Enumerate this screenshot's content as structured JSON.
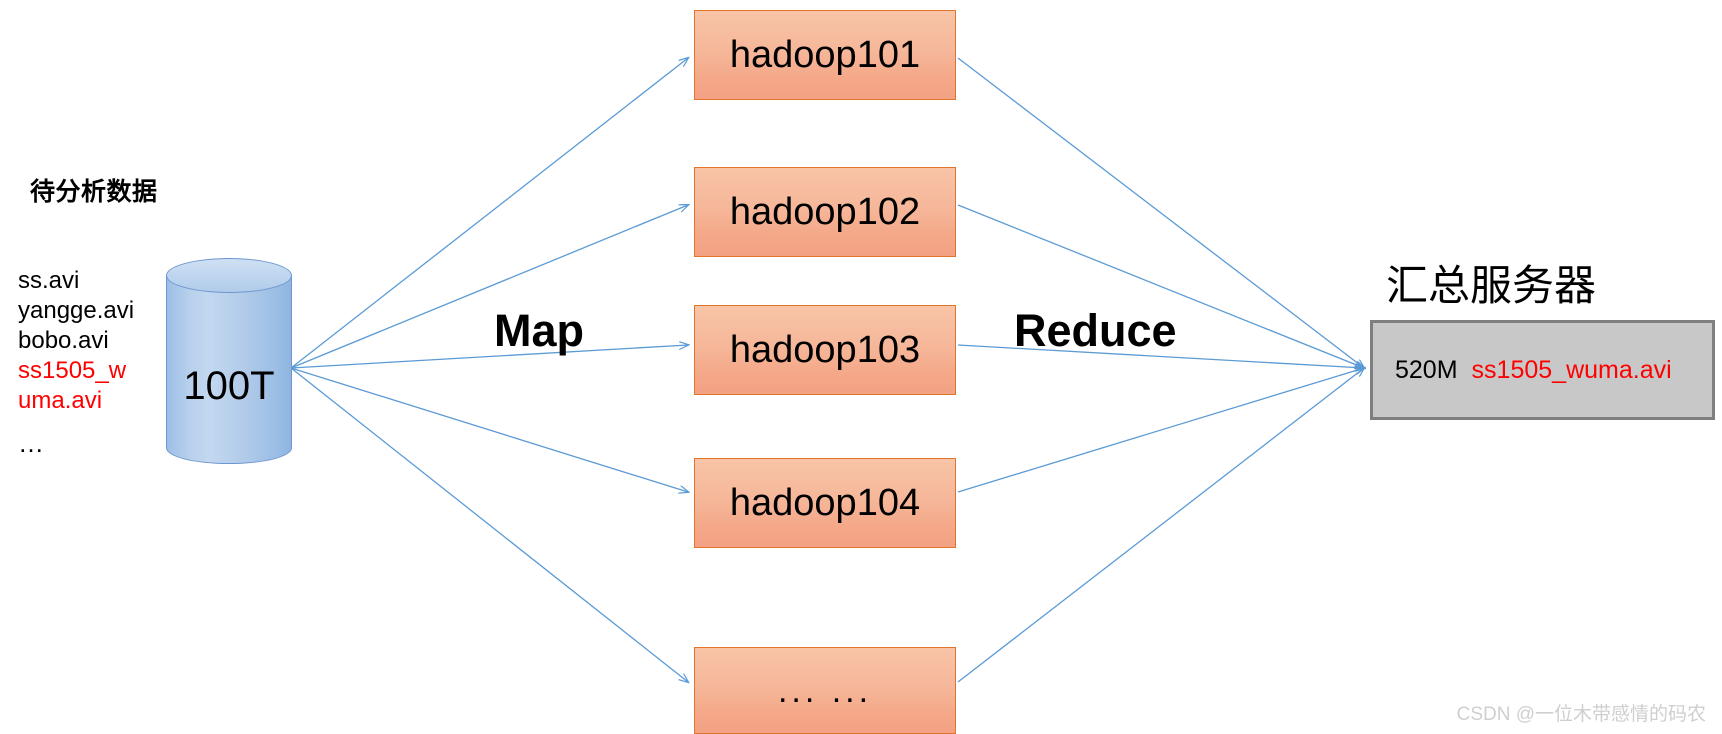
{
  "diagram": {
    "title_source": "待分析数据",
    "files": [
      {
        "text": "ss.avi",
        "color": "#000000"
      },
      {
        "text": "yangge.avi",
        "color": "#000000"
      },
      {
        "text": "bobo.avi",
        "color": "#000000"
      },
      {
        "text": "ss1505_w",
        "color": "#ff0000"
      },
      {
        "text": "uma.avi",
        "color": "#ff0000"
      }
    ],
    "ellipsis": "…",
    "storage": {
      "label": "100T",
      "shape": "cylinder-icon",
      "fill": "#b2cbe9",
      "stroke": "#6e97cf"
    },
    "stages": {
      "map_label": "Map",
      "reduce_label": "Reduce"
    },
    "nodes": [
      {
        "label": "hadoop101"
      },
      {
        "label": "hadoop102"
      },
      {
        "label": "hadoop103"
      },
      {
        "label": "hadoop104"
      },
      {
        "label": "... ..."
      }
    ],
    "node_style": {
      "fill": "#f5b195",
      "stroke": "#e0742a"
    },
    "summary": {
      "title": "汇总服务器",
      "size": "520M",
      "filename": "ss1505_wuma.avi",
      "filename_color": "#ff0000",
      "fill": "#c8c8c8",
      "stroke": "#7f7f7f"
    },
    "connector_color": "#5b9bd5",
    "watermark": "CSDN @一位木带感情的码农"
  }
}
